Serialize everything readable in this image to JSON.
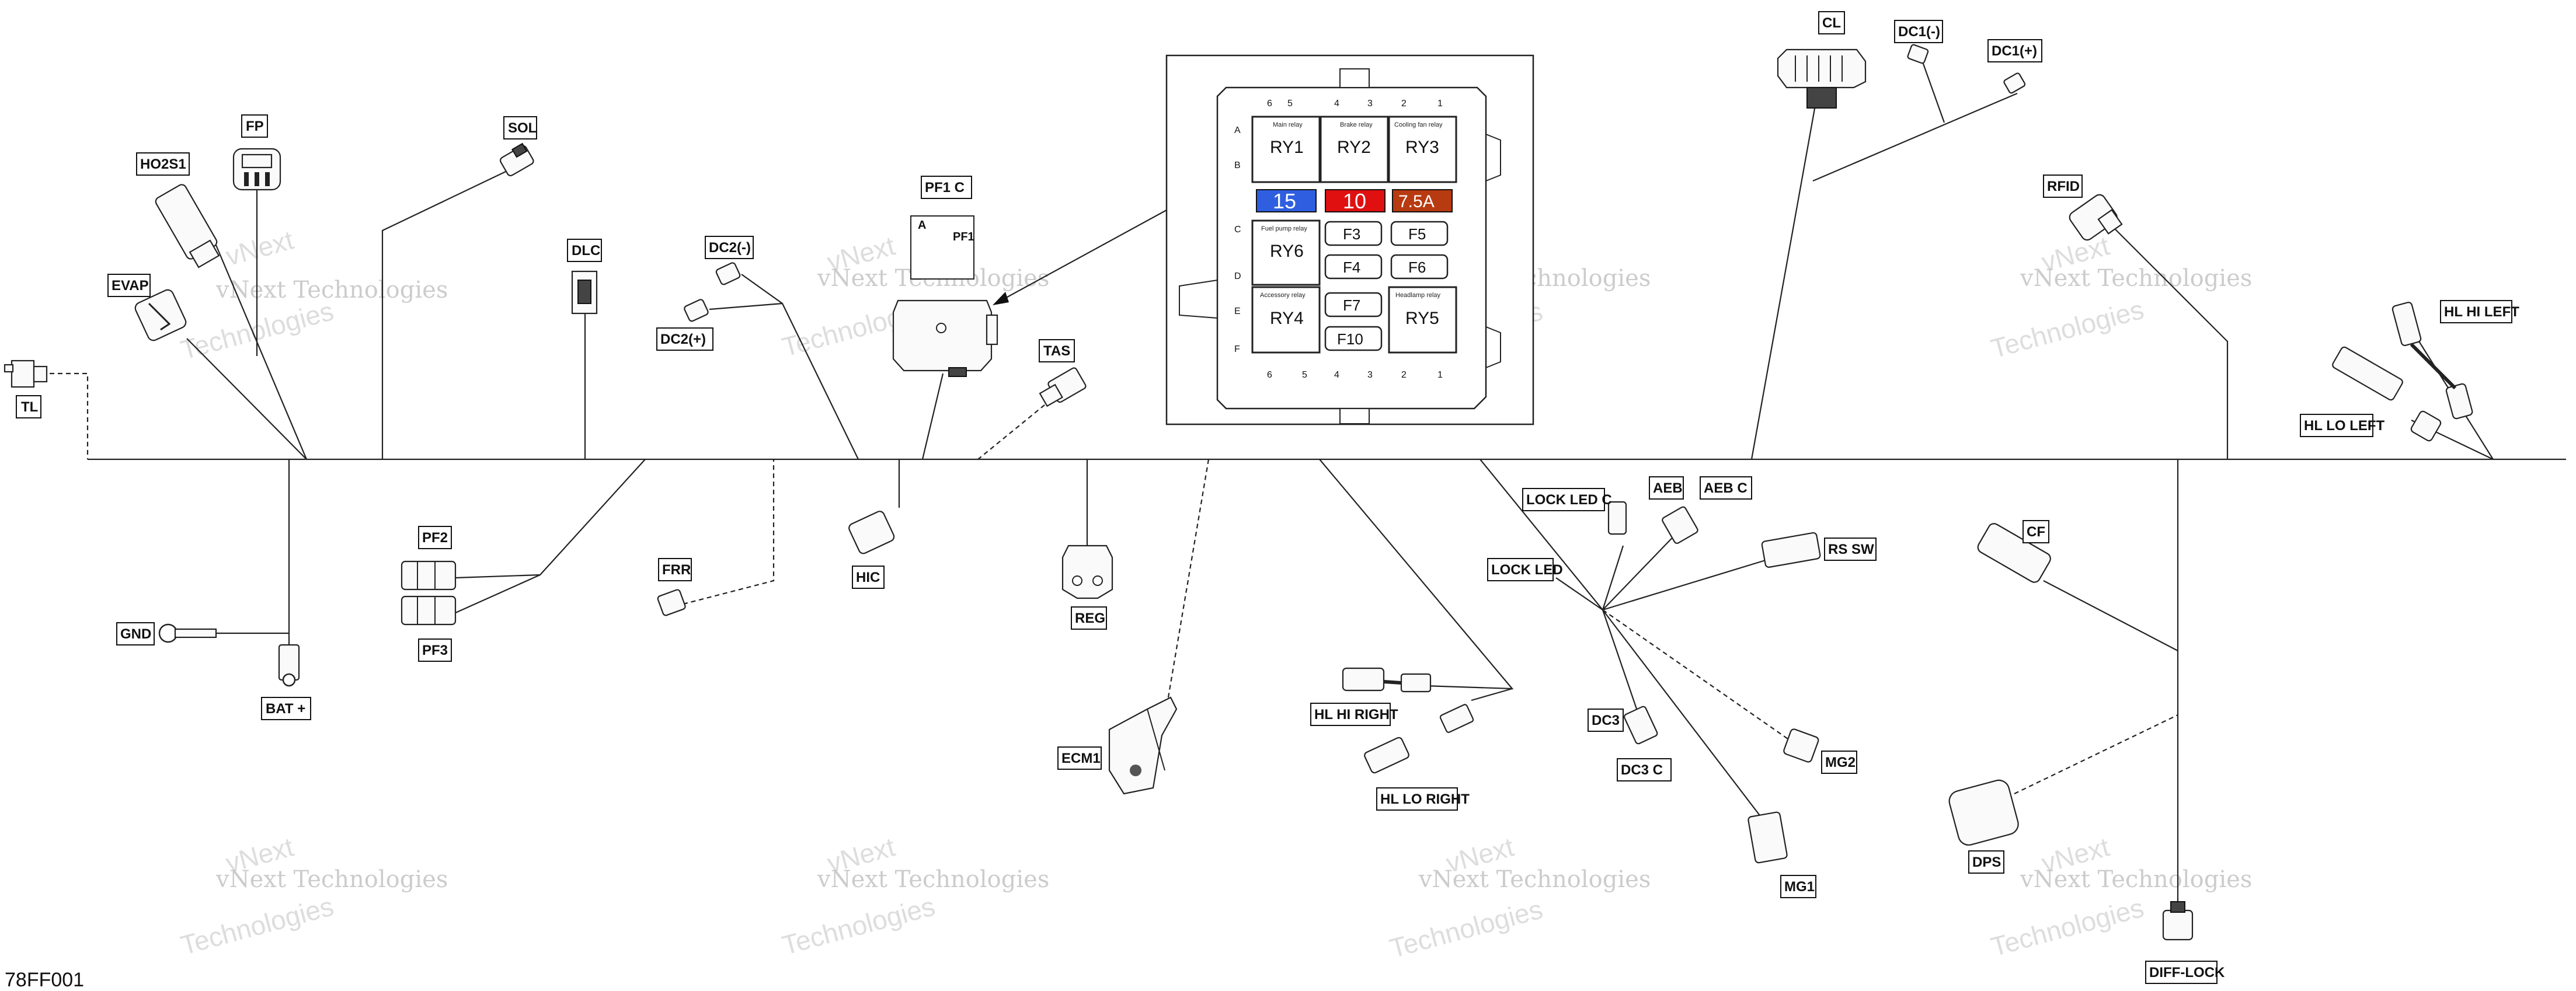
{
  "diagram_code": "78FF001",
  "watermark": {
    "line1": "vNext Technologies",
    "line2": "vNext",
    "line3": "Technologies"
  },
  "labels": {
    "tl": "TL",
    "ho2s1": "HO2S1",
    "fp": "FP",
    "evap": "EVAP",
    "sol": "SOL",
    "dlc": "DLC",
    "dc2_minus": "DC2(-)",
    "dc2_plus": "DC2(+)",
    "pf1_c": "PF1  C",
    "pf1": "PF1",
    "pf1_a": "A",
    "tas": "TAS",
    "cl": "CL",
    "dc1_minus": "DC1(-)",
    "dc1_plus": "DC1(+)",
    "rfid": "RFID",
    "hl_hi_left": "HL HI LEFT",
    "hl_lo_left": "HL LO LEFT",
    "pf2": "PF2",
    "pf3": "PF3",
    "gnd": "GND",
    "bat_plus": "BAT +",
    "frr": "FRR",
    "hic": "HIC",
    "reg": "REG",
    "ecm1": "ECM1",
    "hl_hi_right": "HL HI RIGHT",
    "hl_lo_right": "HL LO RIGHT",
    "lock_led_c": "LOCK LED  C",
    "lock_led": "LOCK LED",
    "aeb": "AEB",
    "aeb_c": "AEB  C",
    "rs_sw": "RS  SW",
    "dc3": "DC3",
    "dc3_c": "DC3  C",
    "mg1": "MG1",
    "mg2": "MG2",
    "cf": "CF",
    "dps": "DPS",
    "diff_lock": "DIFF-LOCK"
  },
  "fuse_box": {
    "col_numbers_top": [
      "6",
      "5",
      "4",
      "3",
      "2",
      "1"
    ],
    "col_numbers_bottom": [
      "6",
      "5",
      "4",
      "3",
      "2",
      "1"
    ],
    "row_letters": [
      "A",
      "B",
      "C",
      "D",
      "E",
      "F"
    ],
    "relays": {
      "ry1": {
        "name": "RY1",
        "desc": "Main relay"
      },
      "ry2": {
        "name": "RY2",
        "desc": "Brake relay"
      },
      "ry3": {
        "name": "RY3",
        "desc": "Cooling fan relay"
      },
      "ry6": {
        "name": "RY6",
        "desc": "Fuel pump relay"
      },
      "ry4": {
        "name": "RY4",
        "desc": "Accessory relay"
      },
      "ry5": {
        "name": "RY5",
        "desc": "Headlamp relay"
      }
    },
    "fuses": {
      "f1": {
        "value": "15",
        "color": "#2f5fe0"
      },
      "f2": {
        "value": "10",
        "color": "#e01010"
      },
      "f8": {
        "value": "7.5A",
        "color": "#b83a10"
      },
      "f3": "F3",
      "f4": "F4",
      "f5": "F5",
      "f6": "F6",
      "f7": "F7",
      "f10": "F10"
    }
  }
}
